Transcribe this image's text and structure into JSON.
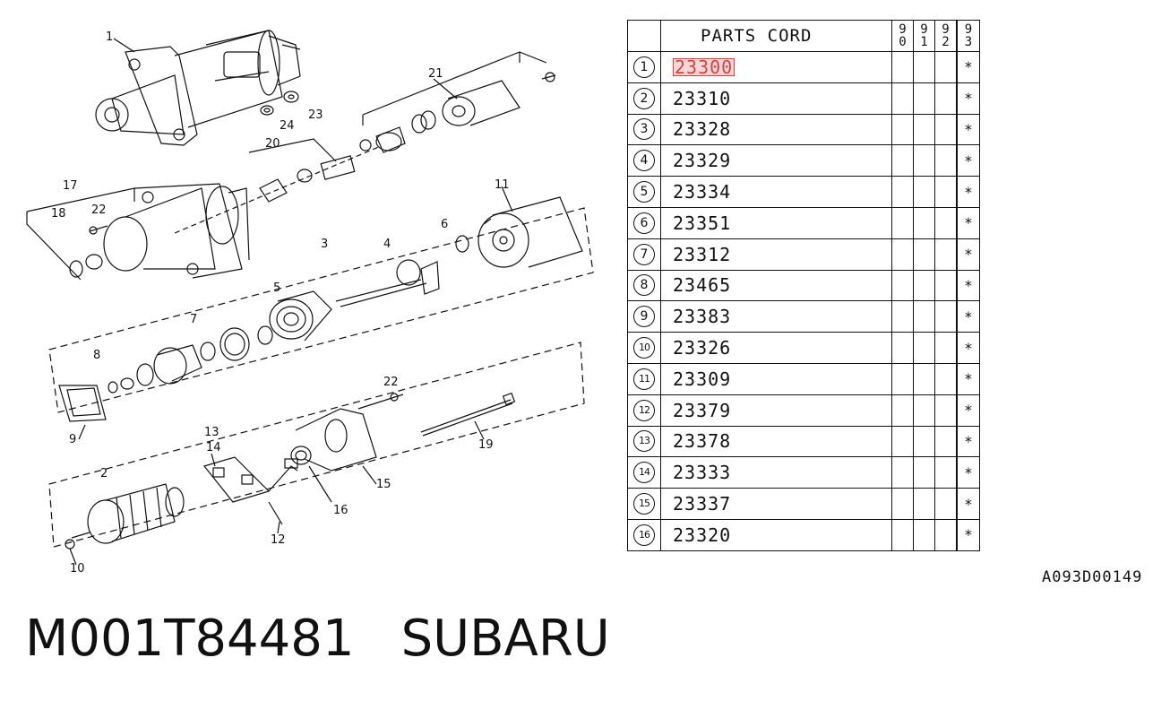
{
  "table": {
    "header": "PARTS CORD",
    "year_columns": [
      [
        "9",
        "0"
      ],
      [
        "9",
        "1"
      ],
      [
        "9",
        "2"
      ],
      [
        "9",
        "3"
      ]
    ],
    "rows": [
      {
        "n": "1",
        "code": "23300",
        "marks": [
          "",
          "",
          "",
          "*"
        ]
      },
      {
        "n": "2",
        "code": "23310",
        "marks": [
          "",
          "",
          "",
          "*"
        ]
      },
      {
        "n": "3",
        "code": "23328",
        "marks": [
          "",
          "",
          "",
          "*"
        ]
      },
      {
        "n": "4",
        "code": "23329",
        "marks": [
          "",
          "",
          "",
          "*"
        ]
      },
      {
        "n": "5",
        "code": "23334",
        "marks": [
          "",
          "",
          "",
          "*"
        ]
      },
      {
        "n": "6",
        "code": "23351",
        "marks": [
          "",
          "",
          "",
          "*"
        ]
      },
      {
        "n": "7",
        "code": "23312",
        "marks": [
          "",
          "",
          "",
          "*"
        ]
      },
      {
        "n": "8",
        "code": "23465",
        "marks": [
          "",
          "",
          "",
          "*"
        ]
      },
      {
        "n": "9",
        "code": "23383",
        "marks": [
          "",
          "",
          "",
          "*"
        ]
      },
      {
        "n": "10",
        "code": "23326",
        "marks": [
          "",
          "",
          "",
          "*"
        ]
      },
      {
        "n": "11",
        "code": "23309",
        "marks": [
          "",
          "",
          "",
          "*"
        ]
      },
      {
        "n": "12",
        "code": "23379",
        "marks": [
          "",
          "",
          "",
          "*"
        ]
      },
      {
        "n": "13",
        "code": "23378",
        "marks": [
          "",
          "",
          "",
          "*"
        ]
      },
      {
        "n": "14",
        "code": "23333",
        "marks": [
          "",
          "",
          "",
          "*"
        ]
      },
      {
        "n": "15",
        "code": "23337",
        "marks": [
          "",
          "",
          "",
          "*"
        ]
      },
      {
        "n": "16",
        "code": "23320",
        "marks": [
          "",
          "",
          "",
          "*"
        ]
      }
    ],
    "highlighted_row": 0,
    "highlight_color": "#e33333"
  },
  "diagram": {
    "labels": [
      "1",
      "21",
      "23",
      "24",
      "20",
      "17",
      "18",
      "22",
      "11",
      "6",
      "3",
      "4",
      "5",
      "7",
      "8",
      "9",
      "22",
      "13",
      "14",
      "19",
      "2",
      "15",
      "16",
      "12",
      "10"
    ]
  },
  "reference_code": "A093D00149",
  "footer": {
    "part_number": "M001T84481",
    "brand": "SUBARU"
  }
}
